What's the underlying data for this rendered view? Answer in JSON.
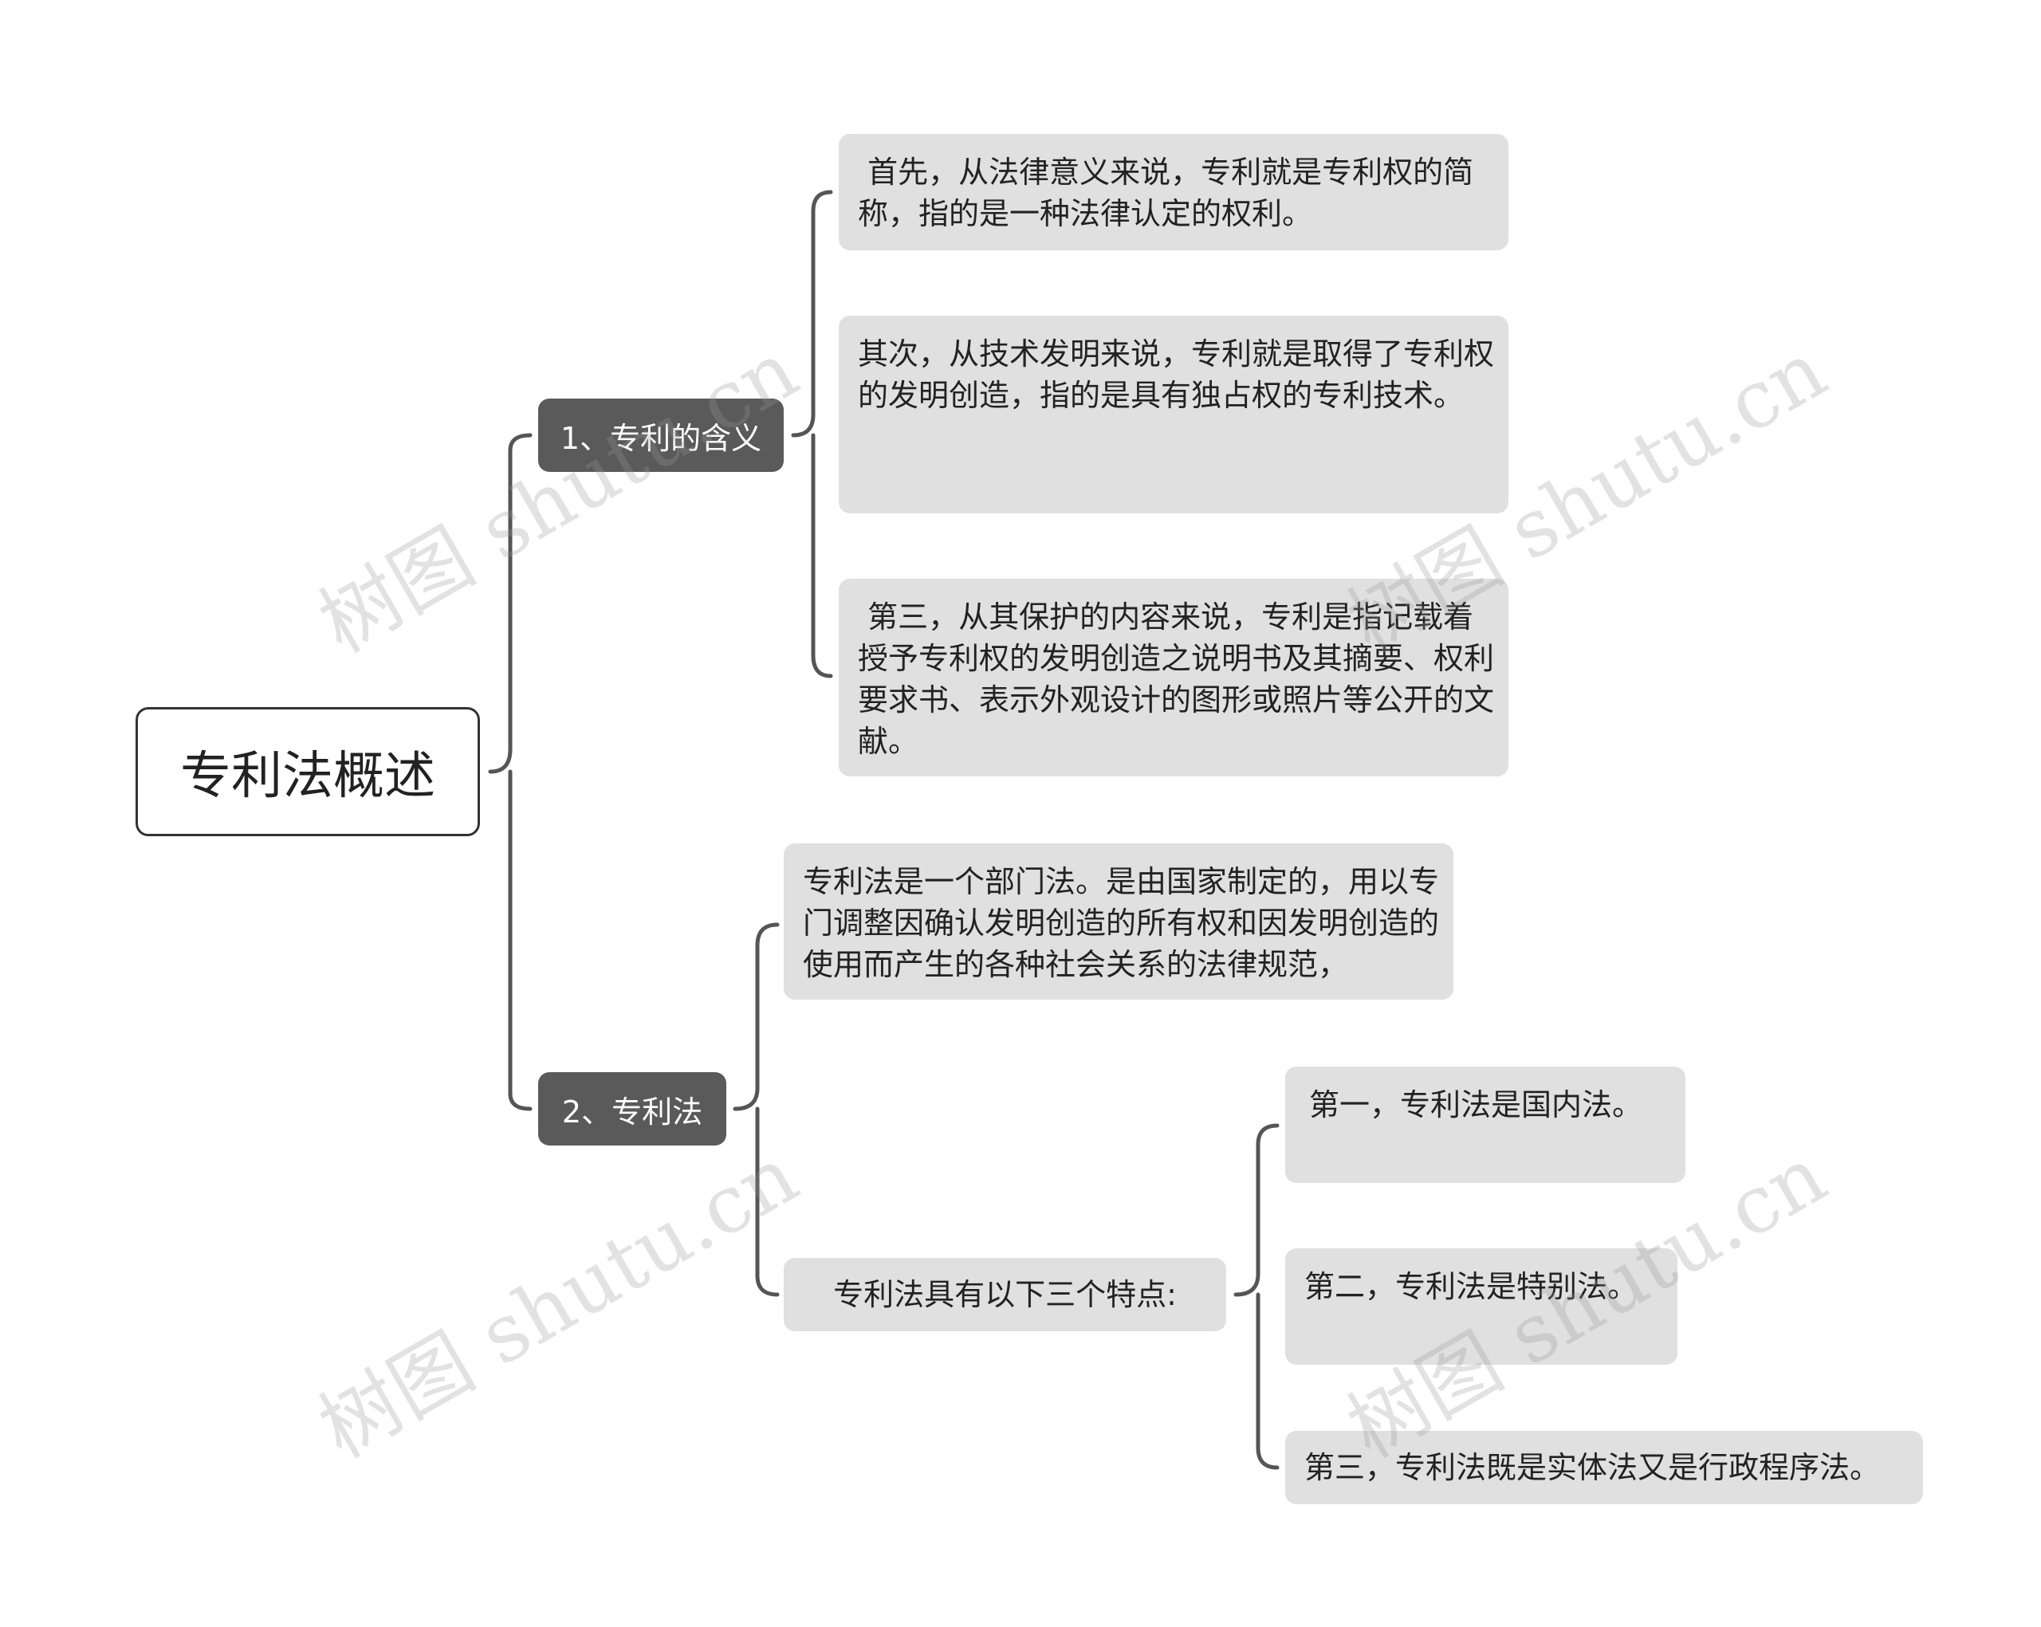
{
  "root": {
    "label": "专利法概述"
  },
  "branches": [
    {
      "label": "1、专利的含义",
      "children": [
        {
          "text": " 首先，从法律意义来说，专利就是专利权的简称，指的是一种法律认定的权利。"
        },
        {
          "text": "其次，从技术发明来说，专利就是取得了专利权的发明创造，指的是具有独占权的专利技术。"
        },
        {
          "text": " 第三，从其保护的内容来说，专利是指记载着授予专利权的发明创造之说明书及其摘要、权利要求书、表示外观设计的图形或照片等公开的文献。"
        }
      ]
    },
    {
      "label": "2、专利法",
      "children": [
        {
          "text": "专利法是一个部门法。是由国家制定的，用以专门调整因确认发明创造的所有权和因发明创造的使用而产生的各种社会关系的法律规范，"
        },
        {
          "text": "专利法具有以下三个特点:",
          "children": [
            {
              "text": "第一，专利法是国内法。"
            },
            {
              "text": "第二，专利法是特别法。"
            },
            {
              "text": "第三，专利法既是实体法又是行政程序法。"
            }
          ]
        }
      ]
    }
  ],
  "watermark": "树图 shutu.cn",
  "colors": {
    "connector": "#555555",
    "branch_fill": "#5a5a5a",
    "leaf_fill": "#e0e0e0",
    "root_border": "#333333"
  }
}
